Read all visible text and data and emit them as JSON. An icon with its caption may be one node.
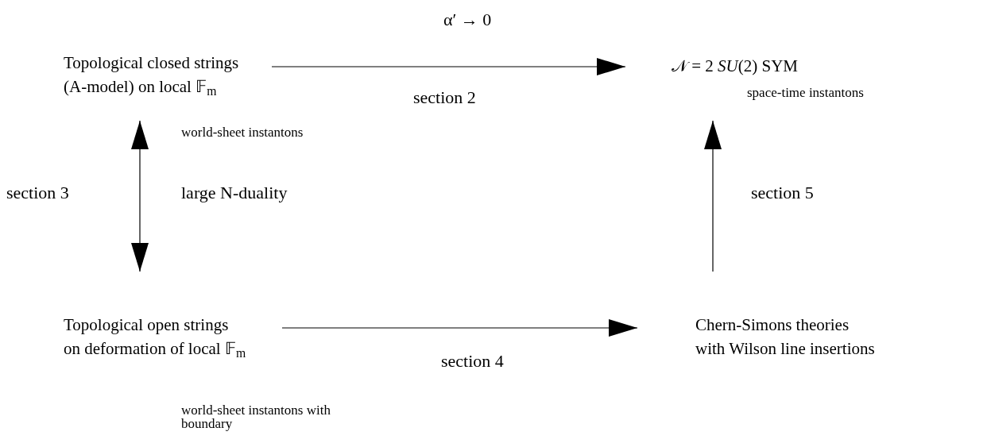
{
  "diagram": {
    "nodes": [
      {
        "text": [
          "Topological closed strings (A-model) on local 𝔽$_{m}$"
        ],
        "beside": [
          "world-sheet instantons"
        ]
      },
      {
        "text": [
          "𝒩 = 2 *SU*(2) SYM"
        ],
        "beside": [
          "space-time instantons"
        ]
      },
      {
        "text": [
          "Topological open strings on deformation of local 𝔽$_{m}$"
        ],
        "beside": [
          "world-sheet instantons with boundary"
        ]
      },
      {
        "text": [
          "Chern-Simons theories with Wilson line insertions"
        ]
      }
    ],
    "edges": [
      {
        "from": 0,
        "to": 1,
        "arrow": "to",
        "label": "α′ → 0"
      },
      {
        "from": 0,
        "to": 2,
        "arrow": "both",
        "label": "section 3"
      },
      {
        "from": 3,
        "to": 1,
        "arrow": "to",
        "label": "section 5"
      },
      {
        "from": 2,
        "to": 3,
        "arrow": "to",
        "label": "section 4"
      }
    ],
    "labels": [
      "section 2",
      "large N-duality"
    ]
  }
}
